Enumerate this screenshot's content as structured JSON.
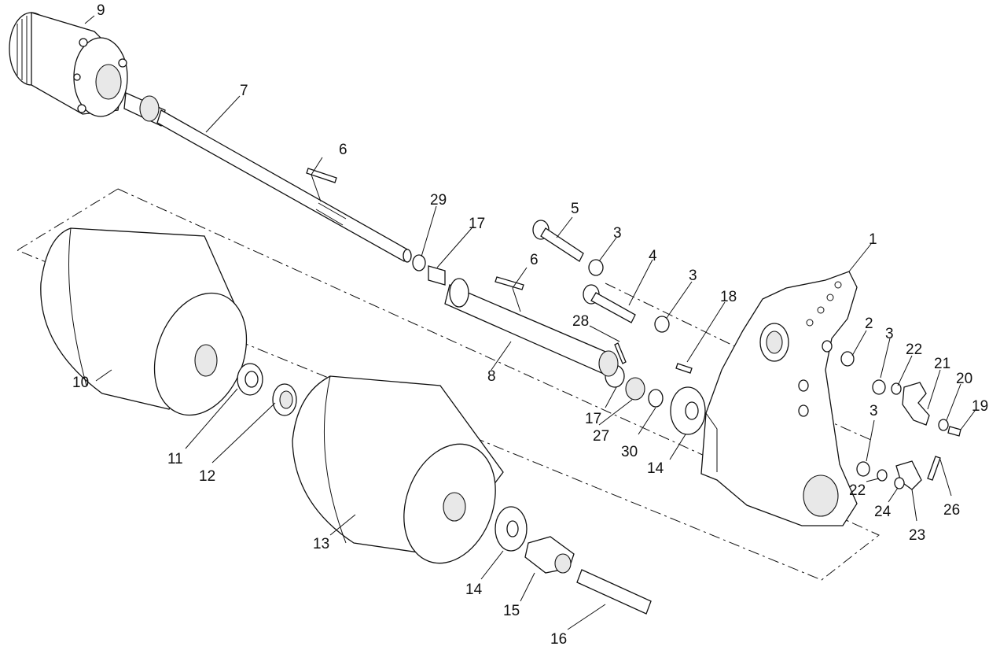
{
  "callouts": {
    "c1": "1",
    "c2": "2",
    "c3a": "3",
    "c3b": "3",
    "c3c": "3",
    "c3d": "3",
    "c4": "4",
    "c5": "5",
    "c6a": "6",
    "c6b": "6",
    "c7": "7",
    "c8": "8",
    "c9": "9",
    "c10": "10",
    "c11": "11",
    "c12": "12",
    "c13": "13",
    "c14a": "14",
    "c14b": "14",
    "c15": "15",
    "c16": "16",
    "c17a": "17",
    "c17b": "17",
    "c18": "18",
    "c19": "19",
    "c20": "20",
    "c21": "21",
    "c22a": "22",
    "c22b": "22",
    "c23": "23",
    "c24": "24",
    "c26": "26",
    "c27": "27",
    "c28": "28",
    "c29": "29",
    "c30": "30"
  }
}
